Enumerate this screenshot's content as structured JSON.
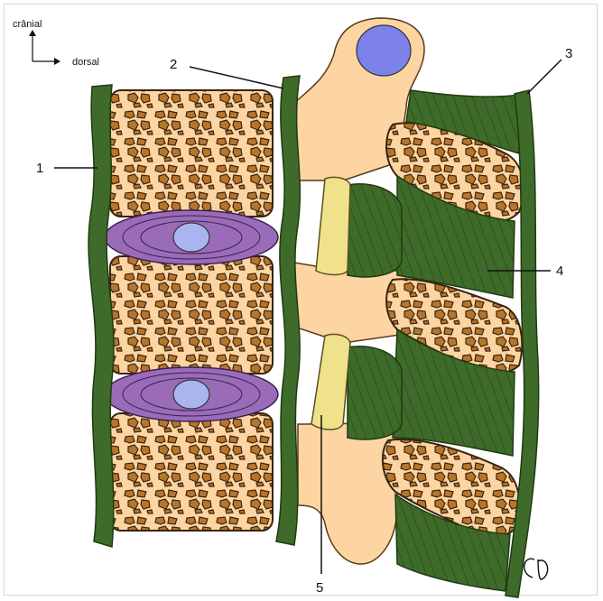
{
  "orientation": {
    "up_label": "crânial",
    "right_label": "dorsal"
  },
  "labels": [
    "1",
    "2",
    "3",
    "4",
    "5"
  ],
  "signature": "CD",
  "colors": {
    "ligament_green": "#3f6b2a",
    "ligament_dark": "#2a4a1a",
    "bone_body": "#fcd5a3",
    "cancellous": "#b8752a",
    "disc_purple": "#9a6cb8",
    "nucleus_blue": "#aab4ee",
    "canal_blue": "#7c82e8",
    "yellow_lig": "#f0e28a"
  }
}
